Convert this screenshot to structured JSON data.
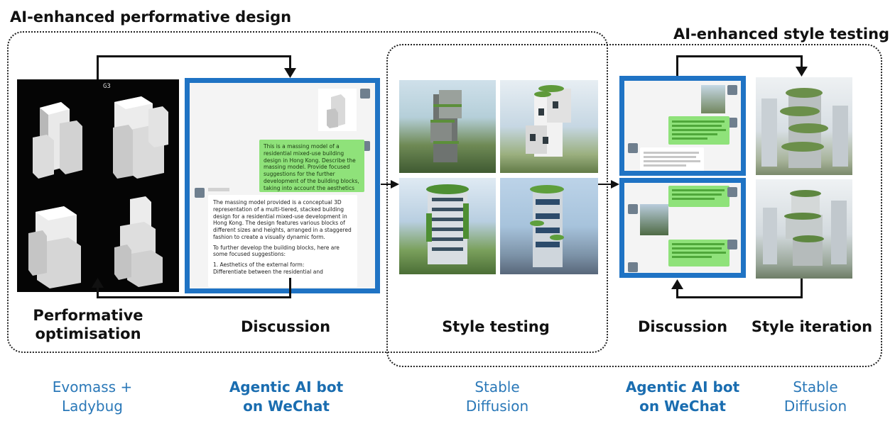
{
  "sections": {
    "left_title": "AI-enhanced performative design",
    "right_title": "AI-enhanced style testing"
  },
  "labels": {
    "performative": "Performative\noptimisation",
    "discussion1": "Discussion",
    "style_testing": "Style testing",
    "discussion2": "Discussion",
    "style_iteration": "Style iteration"
  },
  "tools": {
    "evomass": "Evomass +\nLadybug",
    "agent1": "Agentic AI bot\non WeChat",
    "sd1": "Stable\nDiffusion",
    "agent2": "Agentic AI bot\non WeChat",
    "sd2": "Stable\nDiffusion"
  },
  "massing": {
    "tag": "G3"
  },
  "chat1": {
    "user_message": "This is a massing model of a residential mixed-use building design in Hong Kong. Describe the massing model. Provide focused suggestions for the further development of the building blocks, taking into account the aesthetics of the external form of the building, the internal functionality of the building, and the sustainability of the building.",
    "bot_p1": "The massing model provided is a conceptual 3D representation of a multi-tiered, stacked building design for a residential mixed-use development in Hong Kong. The design features various blocks of different sizes and heights, arranged in a staggered fashion to create a visually dynamic form.",
    "bot_p2": "To further develop the building blocks, here are some focused suggestions:",
    "bot_p3": "1. Aesthetics of the external form:\n   Differentiate between the residential and"
  },
  "colors": {
    "frame_blue": "#1f73c4",
    "chat_green": "#8fe27a",
    "tool_blue": "#2a78b8"
  }
}
